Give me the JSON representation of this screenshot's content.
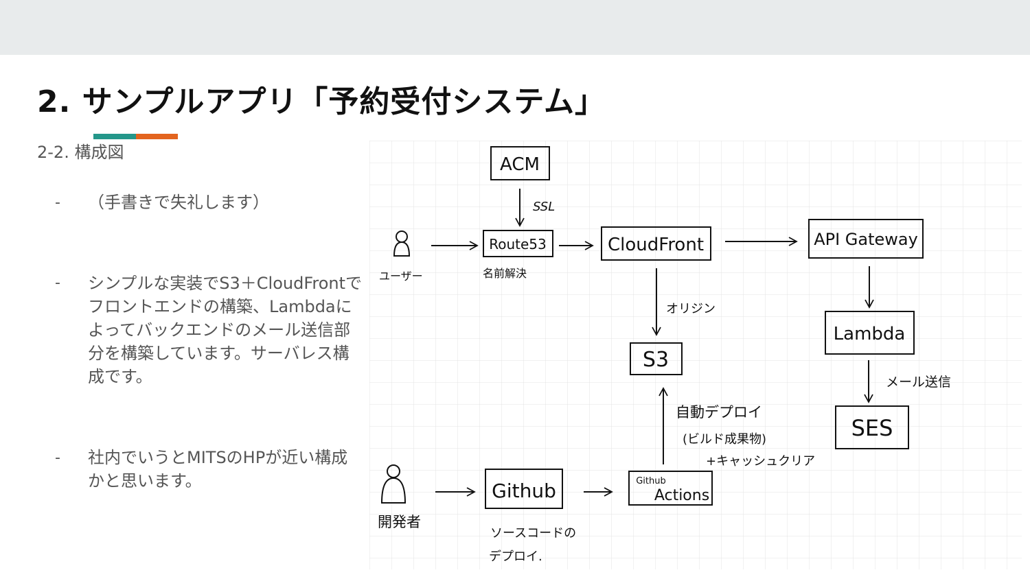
{
  "slide": {
    "title": "2. サンプルアプリ「予約受付システム」",
    "subtitle": "2-2. 構成図",
    "accent_colors": [
      "#24978a",
      "#e3641e"
    ],
    "bullets": [
      {
        "dash": "-",
        "text": "（手書きで失礼します）"
      },
      {
        "dash": "-",
        "text": "シンプルな実装でS3＋CloudFrontでフロントエンドの構築、Lambdaによってバックエンドのメール送信部分を構築しています。サーバレス構成です。"
      },
      {
        "dash": "-",
        "text": "社内でいうとMITSのHPが近い構成かと思います。"
      }
    ]
  },
  "diagram": {
    "nodes": {
      "acm": "ACM",
      "route53": "Route53",
      "cloudfront": "CloudFront",
      "apigw": "API Gateway",
      "lambda": "Lambda",
      "ses": "SES",
      "s3": "S3",
      "github": "Github",
      "actions_top": "Github",
      "actions_bottom": "Actions"
    },
    "actors": {
      "user": "ユーザー",
      "developer": "開発者"
    },
    "labels": {
      "ssl": "SSL",
      "name_resolution": "名前解決",
      "origin": "オリジン",
      "mail_send": "メール送信",
      "auto_deploy_1": "自動デプロイ",
      "auto_deploy_2": "(ビルド成果物)",
      "auto_deploy_3": "+キャッシュクリア",
      "source_deploy_1": "ソースコードの",
      "source_deploy_2": "デプロイ."
    }
  }
}
